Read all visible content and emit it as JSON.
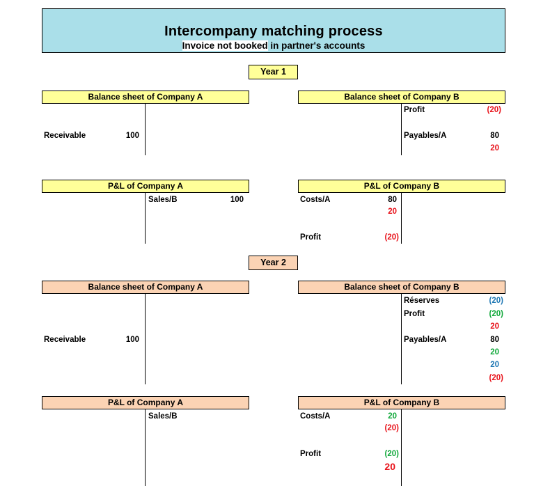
{
  "header": {
    "title": "Intercompany matching process",
    "subtitle_highlight": "Invoice not booked",
    "subtitle_rest": " in partner's accounts"
  },
  "year1": {
    "label": "Year 1",
    "bs_a": {
      "title": "Balance sheet of Company A",
      "receivable_label": "Receivable",
      "receivable_value": "100"
    },
    "bs_b": {
      "title": "Balance sheet of Company B",
      "profit_label": "Profit",
      "profit_value": "(20)",
      "payables_label": "Payables/A",
      "payables_value": "80",
      "payables_adj": "20"
    },
    "pl_a": {
      "title": "P&L of Company A",
      "sales_label": "Sales/B",
      "sales_value": "100"
    },
    "pl_b": {
      "title": "P&L of Company B",
      "costs_label": "Costs/A",
      "costs_value": "80",
      "costs_adj": "20",
      "profit_label": "Profit",
      "profit_value": "(20)"
    }
  },
  "year2": {
    "label": "Year 2",
    "bs_a": {
      "title": "Balance sheet of Company A",
      "receivable_label": "Receivable",
      "receivable_value": "100"
    },
    "bs_b": {
      "title": "Balance sheet of Company B",
      "reserves_label": "Réserves",
      "reserves_value": "(20)",
      "profit_label": "Profit",
      "profit_value": "(20)",
      "profit_adj": "20",
      "payables_label": "Payables/A",
      "payables_value": "80",
      "payables_adj1": "20",
      "payables_adj2": "20",
      "payables_adj3": "(20)"
    },
    "pl_a": {
      "title": "P&L of Company A",
      "sales_label": "Sales/B"
    },
    "pl_b": {
      "title": "P&L of Company B",
      "costs_label": "Costs/A",
      "costs_value": "20",
      "costs_adj": "(20)",
      "profit_label": "Profit",
      "profit_value": "(20)",
      "profit_adj": "20"
    }
  },
  "colors": {
    "title_bg": "#aadfe9",
    "year1_bg": "#ffff99",
    "year2_bg": "#fbd3b4",
    "red": "#e8121a",
    "green": "#10a83a",
    "blue": "#1f78b4"
  }
}
